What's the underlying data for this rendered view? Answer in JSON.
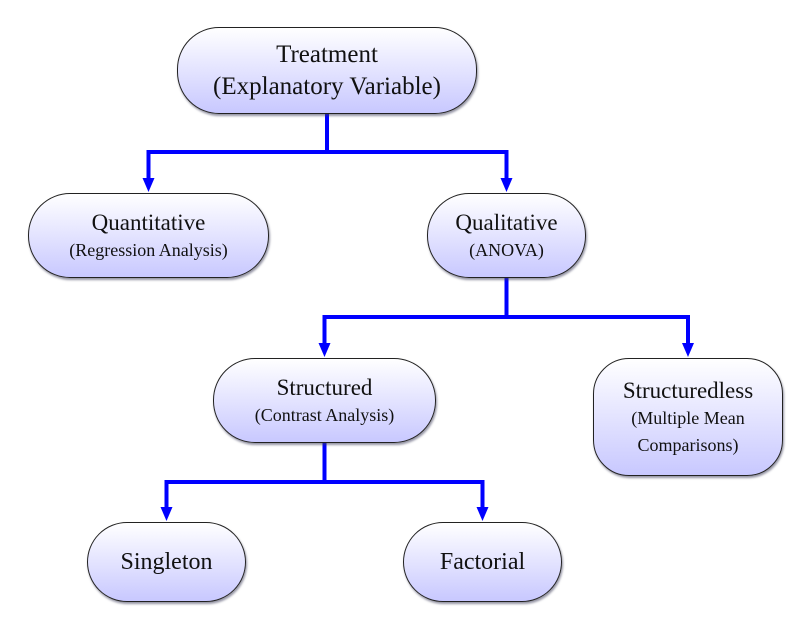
{
  "diagram": {
    "type": "tree",
    "edge_color": "#0000ff",
    "node_fill_top": "#ffffff",
    "node_fill_bottom": "#c8c8ff",
    "node_border": "#222222",
    "nodes": {
      "root": {
        "line1": "Treatment",
        "line2": "(Explanatory Variable)"
      },
      "quantitative": {
        "line1": "Quantitative",
        "line2": "(Regression Analysis)"
      },
      "qualitative": {
        "line1": "Qualitative",
        "line2": "(ANOVA)"
      },
      "structured": {
        "line1": "Structured",
        "line2": "(Contrast Analysis)"
      },
      "structuredless": {
        "line1": "Structuredless",
        "line2": "(Multiple Mean",
        "line3": "Comparisons)"
      },
      "singleton": {
        "line1": "Singleton"
      },
      "factorial": {
        "line1": "Factorial"
      }
    },
    "edges": [
      {
        "from": "root",
        "to": "quantitative"
      },
      {
        "from": "root",
        "to": "qualitative"
      },
      {
        "from": "qualitative",
        "to": "structured"
      },
      {
        "from": "qualitative",
        "to": "structuredless"
      },
      {
        "from": "structured",
        "to": "singleton"
      },
      {
        "from": "structured",
        "to": "factorial"
      }
    ]
  }
}
